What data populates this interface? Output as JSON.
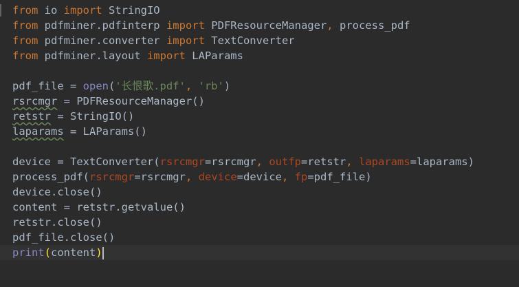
{
  "lines": [
    {
      "segments": [
        {
          "t": "from",
          "c": "kw"
        },
        {
          "t": " io ",
          "c": ""
        },
        {
          "t": "import",
          "c": "kw"
        },
        {
          "t": " StringIO",
          "c": ""
        }
      ]
    },
    {
      "segments": [
        {
          "t": "from",
          "c": "kw"
        },
        {
          "t": " pdfminer.pdfinterp ",
          "c": ""
        },
        {
          "t": "import",
          "c": "kw"
        },
        {
          "t": " PDFResourceManager",
          "c": ""
        },
        {
          "t": ",",
          "c": "kw"
        },
        {
          "t": " process_pdf",
          "c": ""
        }
      ]
    },
    {
      "segments": [
        {
          "t": "from",
          "c": "kw"
        },
        {
          "t": " pdfminer.converter ",
          "c": ""
        },
        {
          "t": "import",
          "c": "kw"
        },
        {
          "t": " TextConverter",
          "c": ""
        }
      ]
    },
    {
      "segments": [
        {
          "t": "from",
          "c": "kw"
        },
        {
          "t": " pdfminer.layout ",
          "c": ""
        },
        {
          "t": "import",
          "c": "kw"
        },
        {
          "t": " LAParams",
          "c": ""
        }
      ]
    },
    {
      "segments": []
    },
    {
      "segments": [
        {
          "t": "pdf_file = ",
          "c": ""
        },
        {
          "t": "open",
          "c": "bi"
        },
        {
          "t": "(",
          "c": ""
        },
        {
          "t": "'长恨歌.pdf'",
          "c": "str"
        },
        {
          "t": ",",
          "c": "kw"
        },
        {
          "t": " ",
          "c": ""
        },
        {
          "t": "'rb'",
          "c": "str"
        },
        {
          "t": ")",
          "c": ""
        }
      ]
    },
    {
      "segments": [
        {
          "t": "rsrcmgr",
          "c": "squig"
        },
        {
          "t": " = PDFResourceManager()",
          "c": ""
        }
      ]
    },
    {
      "segments": [
        {
          "t": "retstr",
          "c": "squig"
        },
        {
          "t": " = StringIO()",
          "c": ""
        }
      ]
    },
    {
      "segments": [
        {
          "t": "laparams",
          "c": "squig"
        },
        {
          "t": " = LAParams()",
          "c": ""
        }
      ]
    },
    {
      "segments": []
    },
    {
      "segments": [
        {
          "t": "device = TextConverter(",
          "c": ""
        },
        {
          "t": "rsrcmgr",
          "c": "param"
        },
        {
          "t": "=rsrcmgr",
          "c": ""
        },
        {
          "t": ",",
          "c": "kw"
        },
        {
          "t": " ",
          "c": ""
        },
        {
          "t": "outfp",
          "c": "param"
        },
        {
          "t": "=retstr",
          "c": ""
        },
        {
          "t": ",",
          "c": "kw"
        },
        {
          "t": " ",
          "c": ""
        },
        {
          "t": "laparams",
          "c": "param"
        },
        {
          "t": "=laparams)",
          "c": ""
        }
      ]
    },
    {
      "segments": [
        {
          "t": "process_pdf(",
          "c": ""
        },
        {
          "t": "rsrcmgr",
          "c": "param"
        },
        {
          "t": "=rsrcmgr",
          "c": ""
        },
        {
          "t": ",",
          "c": "kw"
        },
        {
          "t": " ",
          "c": ""
        },
        {
          "t": "device",
          "c": "param"
        },
        {
          "t": "=device",
          "c": ""
        },
        {
          "t": ",",
          "c": "kw"
        },
        {
          "t": " ",
          "c": ""
        },
        {
          "t": "fp",
          "c": "param"
        },
        {
          "t": "=pdf_file)",
          "c": ""
        }
      ]
    },
    {
      "segments": [
        {
          "t": "device.close()",
          "c": ""
        }
      ]
    },
    {
      "segments": [
        {
          "t": "content = retstr.getvalue()",
          "c": ""
        }
      ]
    },
    {
      "segments": [
        {
          "t": "retstr.close()",
          "c": ""
        }
      ]
    },
    {
      "segments": [
        {
          "t": "pdf_file.close()",
          "c": ""
        }
      ]
    },
    {
      "segments": [
        {
          "t": "print",
          "c": "bi"
        },
        {
          "t": "(",
          "c": "bracket"
        },
        {
          "t": "content",
          "c": ""
        },
        {
          "t": ")",
          "c": "bracket"
        }
      ],
      "current": true,
      "caret_after": true
    }
  ]
}
